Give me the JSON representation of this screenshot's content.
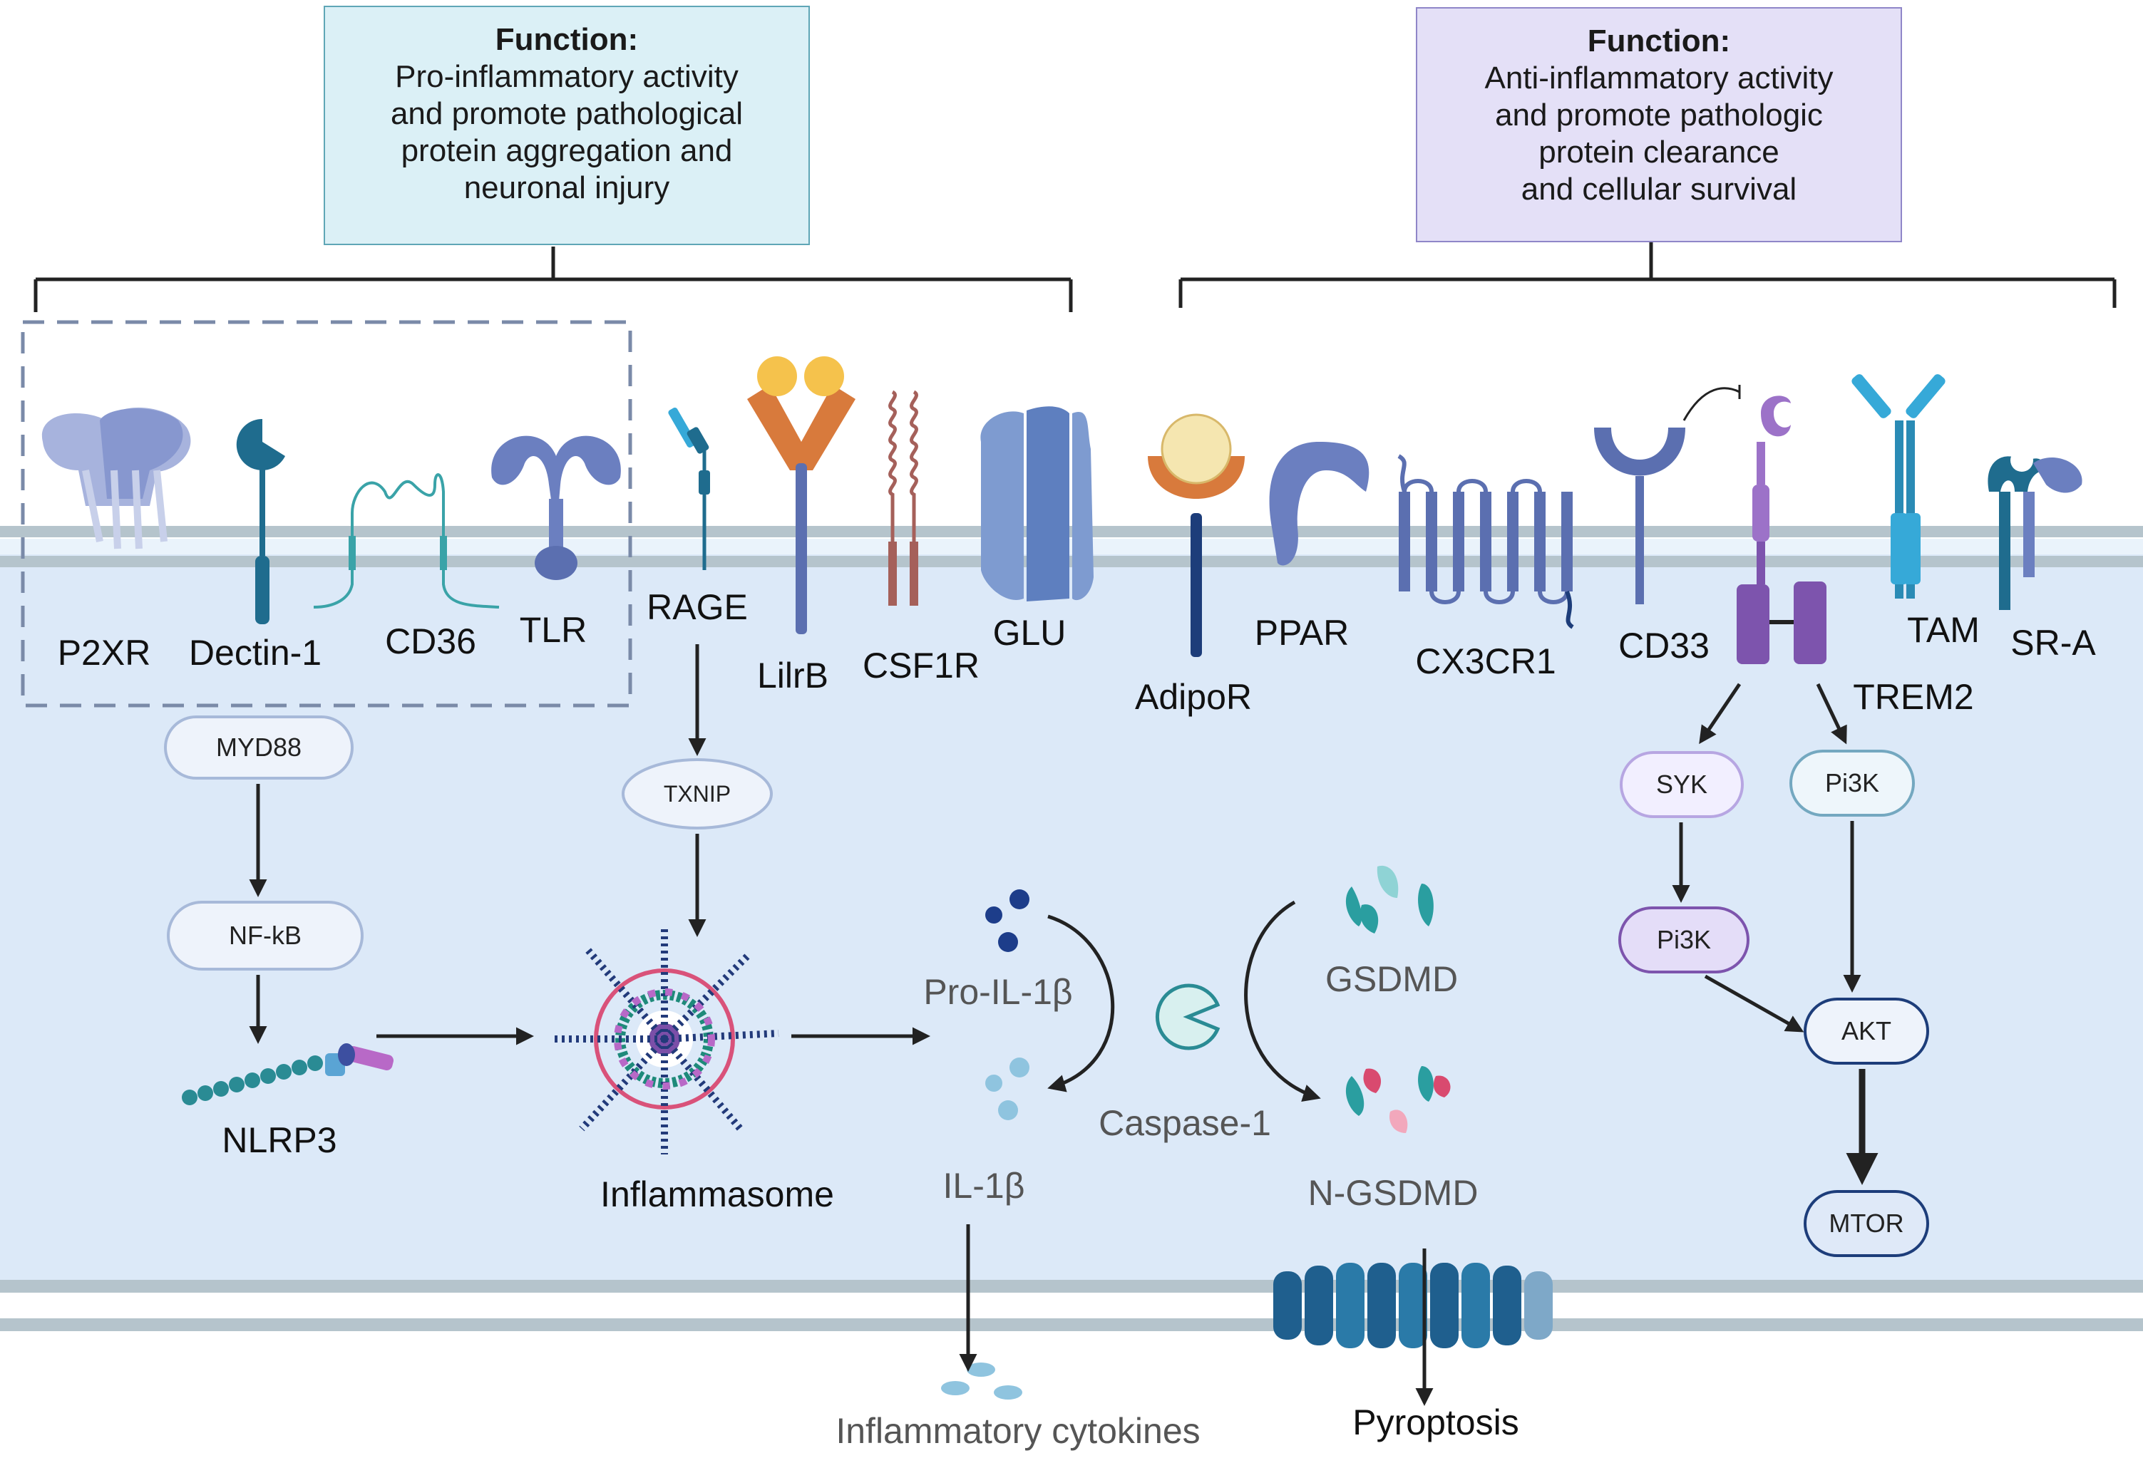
{
  "function_boxes": {
    "pro": {
      "heading": "Function:",
      "lines": [
        "Pro-inflammatory activity",
        "and promote pathological",
        "protein aggregation and",
        "neuronal injury"
      ]
    },
    "anti": {
      "heading": "Function:",
      "lines": [
        "Anti-inflammatory activity",
        "and promote pathologic",
        "protein clearance",
        "and cellular survival"
      ]
    }
  },
  "receptors": {
    "p2xr": "P2XR",
    "dectin1": "Dectin-1",
    "cd36": "CD36",
    "tlr": "TLR",
    "rage": "RAGE",
    "lilrb": "LilrB",
    "csf1r": "CSF1R",
    "glu": "GLU",
    "adipor": "AdipoR",
    "ppar": "PPAR",
    "cx3cr1": "CX3CR1",
    "cd33": "CD33",
    "trem2": "TREM2",
    "tam": "TAM",
    "sra": "SR-A"
  },
  "pathway": {
    "myd88": "MYD88",
    "nfkb": "NF-kB",
    "nlrp3": "NLRP3",
    "txnip": "TXNIP",
    "inflammasome": "Inflammasome",
    "pro_il1b": "Pro-IL-1β",
    "il1b": "IL-1β",
    "caspase1": "Caspase-1",
    "gsdmd": "GSDMD",
    "n_gsdmd": "N-GSDMD",
    "inflammatory_cytokines": "Inflammatory cytokines",
    "pyroptosis": "Pyroptosis",
    "syk": "SYK",
    "pi3k_a": "Pi3K",
    "pi3k_b": "Pi3K",
    "akt": "AKT",
    "mtor": "MTOR"
  },
  "colors": {
    "cell": "#dce9f8",
    "membrane": "#b5c4cc",
    "left_box": "#dbf0f6",
    "right_box": "#e4e0f7"
  }
}
